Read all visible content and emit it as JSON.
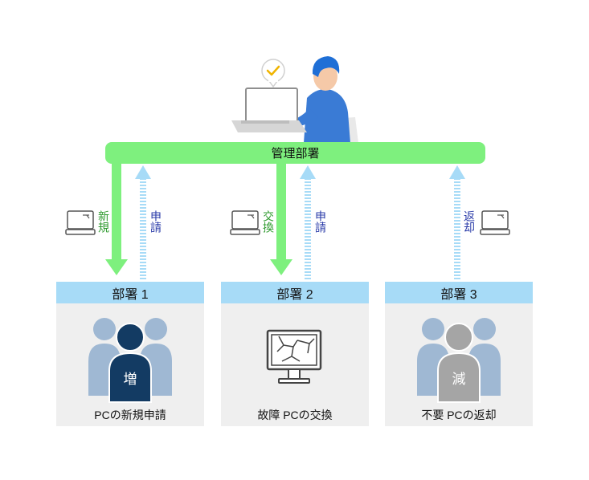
{
  "management": {
    "label": "管理部署"
  },
  "departments": [
    {
      "name": "部署 1",
      "caption": "PCの新規申請",
      "badge": "増"
    },
    {
      "name": "部署 2",
      "caption": "故障 PCの交換"
    },
    {
      "name": "部署 3",
      "caption": "不要 PCの返却",
      "badge": "減"
    }
  ],
  "flows": {
    "dept1_down": "新規",
    "dept1_up": "申請",
    "dept2_down": "交換",
    "dept2_up": "申請",
    "dept3_up": "返却"
  },
  "colors": {
    "management_bar": "#7ef07e",
    "down_arrow": "#7ef07e",
    "up_arrow": "#a7dbf7",
    "dept_header": "#a7dbf7",
    "dept_body": "#efefef",
    "people_back": "#9fb8d3",
    "person_increase": "#133b63",
    "person_decrease": "#a5a5a5",
    "label_green": "#2e9a2e",
    "label_blue": "#2a3ba8"
  },
  "icons": [
    "person-at-laptop-icon",
    "check-bubble-icon",
    "laptop-icon",
    "broken-monitor-icon",
    "people-group-icon"
  ]
}
